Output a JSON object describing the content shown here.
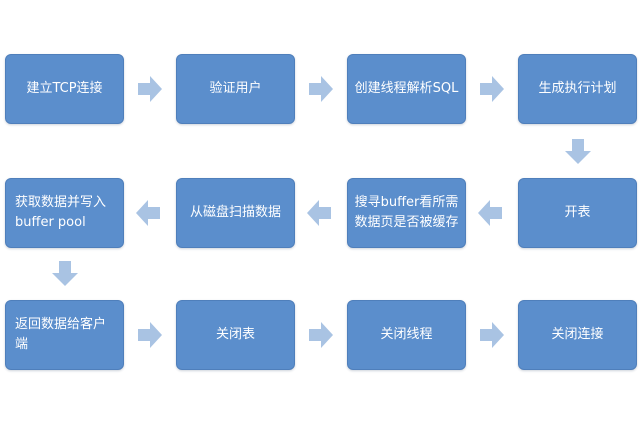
{
  "diagram": {
    "steps": [
      {
        "id": "s1",
        "label": "建立TCP连接"
      },
      {
        "id": "s2",
        "label": "验证用户"
      },
      {
        "id": "s3",
        "label": "创建线程解析SQL"
      },
      {
        "id": "s4",
        "label": "生成执行计划"
      },
      {
        "id": "s5",
        "label": "开表"
      },
      {
        "id": "s6",
        "label": "搜寻buffer看所需\n数据页是否被缓存"
      },
      {
        "id": "s7",
        "label": "从磁盘扫描数据"
      },
      {
        "id": "s8",
        "label": "获取数据并写入\nbuffer pool"
      },
      {
        "id": "s9",
        "label": "返回数据给客户端"
      },
      {
        "id": "s10",
        "label": "关闭表"
      },
      {
        "id": "s11",
        "label": "关闭线程"
      },
      {
        "id": "s12",
        "label": "关闭连接"
      }
    ],
    "arrow_color": "#a9c3e3",
    "box_color": "#5b8ecc"
  }
}
